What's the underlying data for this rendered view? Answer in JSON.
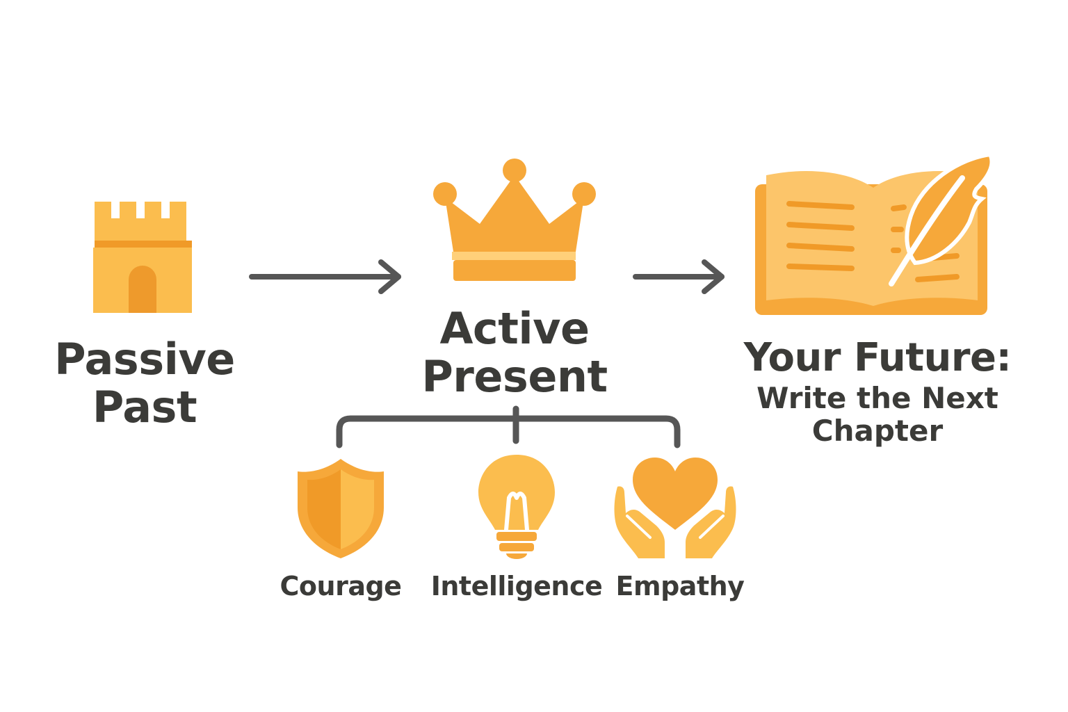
{
  "colors": {
    "icon_light": "#fbbd4e",
    "icon_mid": "#f6a83a",
    "icon_dark": "#ef9a2a",
    "highlight": "#ffd07a",
    "text": "#3b3b38",
    "connector": "#565656"
  },
  "stages": {
    "past": {
      "icon": "castle-tower-icon",
      "line1": "Passive",
      "line2": "Past"
    },
    "present": {
      "icon": "crown-icon",
      "line1": "Active",
      "line2": "Present"
    },
    "future": {
      "icon": "open-book-quill-icon",
      "title": "Your Future:",
      "line1": "Write the Next",
      "line2": "Chapter"
    }
  },
  "traits": [
    {
      "icon": "shield-icon",
      "label": "Courage"
    },
    {
      "icon": "lightbulb-icon",
      "label": "Intelligence"
    },
    {
      "icon": "heart-hands-icon",
      "label": "Empathy"
    }
  ]
}
